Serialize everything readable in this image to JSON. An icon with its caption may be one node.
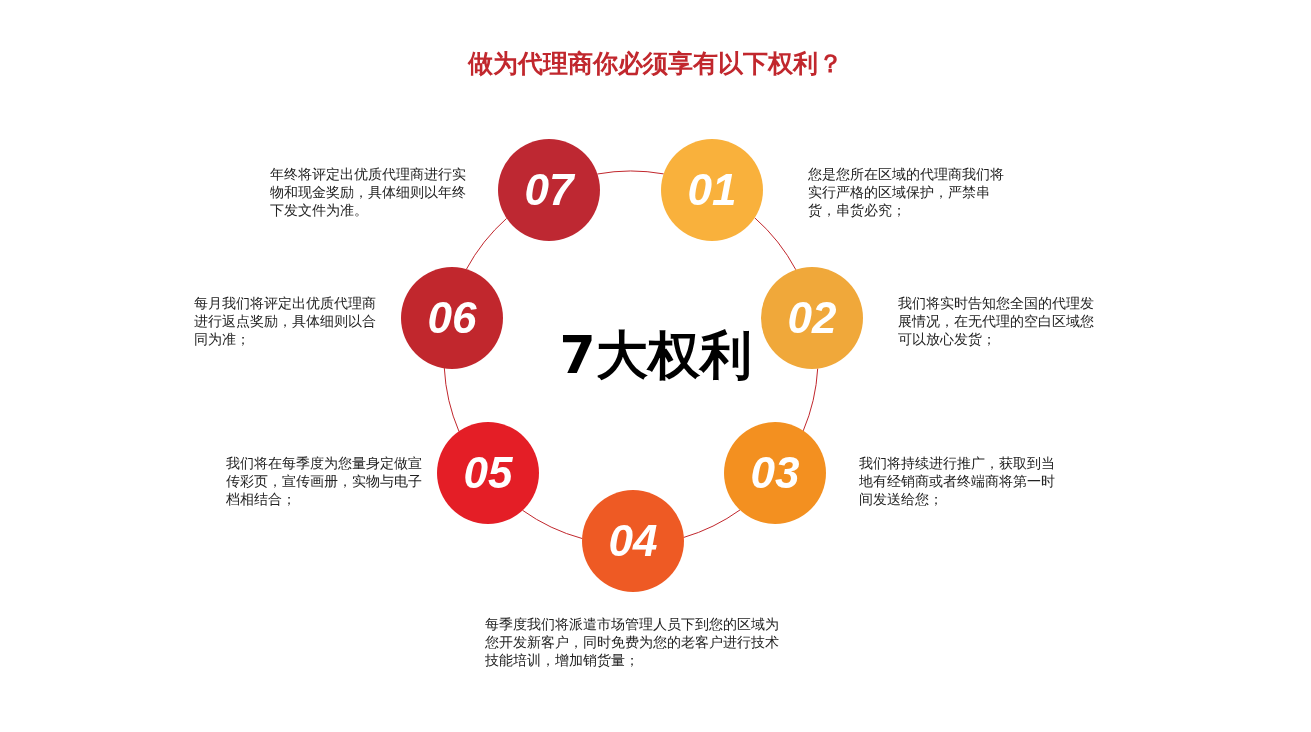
{
  "diagram": {
    "title": "做为代理商你必须享有以下权利？",
    "nodes": [
      {
        "text": [
          "01"
        ],
        "beside": [
          "您是您所在区域的代理商我们将实行严格的区域保护，严禁串货，串货必究；"
        ]
      },
      {
        "text": [
          "02"
        ],
        "beside": [
          "我们将实时告知您全国的代理发展情况，在无代理的空白区域您可以放心发货；"
        ]
      },
      {
        "text": [
          "03"
        ],
        "beside": [
          "我们将持续进行推广，获取到当地有经销商或者终端商将第一时间发送给您；"
        ]
      },
      {
        "text": [
          "04"
        ],
        "beside": [
          "每季度我们将派遣市场管理人员下到您的区域为您开发新客户，同时免费为您的老客户进行技术技能培训，增加销货量；"
        ]
      },
      {
        "text": [
          "05"
        ],
        "beside": [
          "我们将在每季度为您量身定做宣传彩页，宣传画册，实物与电子档相结合；"
        ]
      },
      {
        "text": [
          "06"
        ],
        "beside": [
          "每月我们将评定出优质代理商进行返点奖励，具体细则以合同为准；"
        ]
      },
      {
        "text": [
          "07"
        ],
        "beside": [
          "年终将评定出优质代理商进行实物和现金奖励，具体细则以年终下发文件为准。"
        ]
      }
    ],
    "edges": [
      {
        "from": 0,
        "to": 1,
        "arrow": "none"
      },
      {
        "from": 1,
        "to": 2,
        "arrow": "none"
      },
      {
        "from": 2,
        "to": 3,
        "arrow": "none"
      },
      {
        "from": 3,
        "to": 4,
        "arrow": "none"
      },
      {
        "from": 4,
        "to": 5,
        "arrow": "none"
      },
      {
        "from": 5,
        "to": 6,
        "arrow": "none"
      },
      {
        "from": 6,
        "to": 0,
        "arrow": "none"
      }
    ],
    "labels": [
      "7大权利"
    ]
  }
}
